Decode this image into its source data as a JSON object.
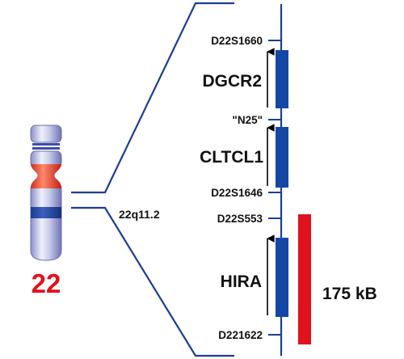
{
  "chromosome": {
    "number": "22",
    "band": "22q11.2"
  },
  "markers": [
    {
      "label": "D22S1660"
    },
    {
      "label": "\"N25\""
    },
    {
      "label": "D22S1646"
    },
    {
      "label": "D22S553"
    },
    {
      "label": "D221622"
    }
  ],
  "genes": [
    {
      "label": "DGCR2"
    },
    {
      "label": "CLTCL1"
    },
    {
      "label": "HIRA"
    }
  ],
  "region": {
    "size_label": "175 kB"
  },
  "colors": {
    "line_blue": "#1a3f94",
    "gene_blue": "#1446a6",
    "region_red": "#e0121e",
    "number_red": "#e0121e"
  }
}
